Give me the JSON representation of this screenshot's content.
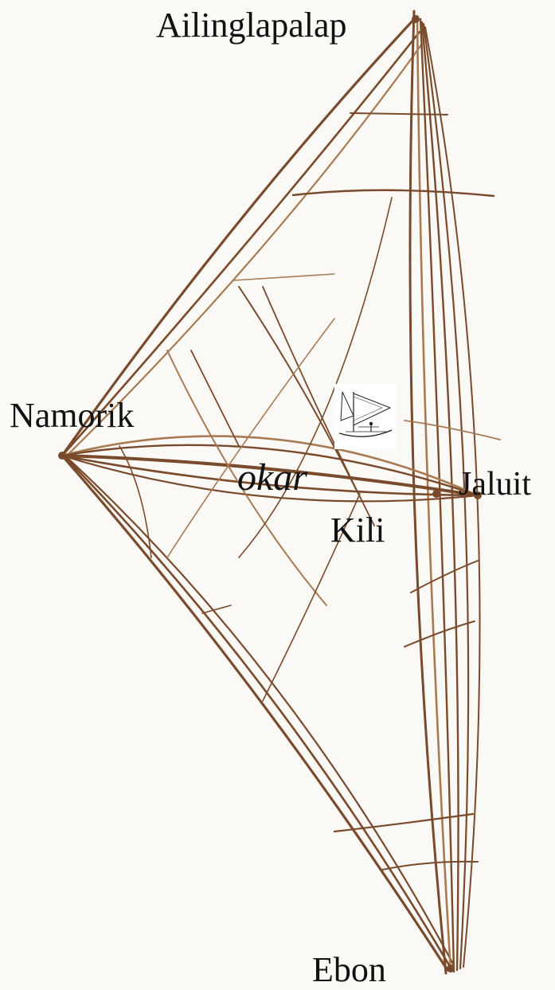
{
  "labels": {
    "ailinglapalap": "Ailinglapalap",
    "namorik": "Namorik",
    "jaluit": "Jaluit",
    "kili": "Kili",
    "ebon": "Ebon",
    "okar": "okar"
  },
  "icon": "sailing-canoe-icon",
  "colors": {
    "background": "#fbf9f6",
    "stick": "#7a4a2c",
    "stick_light": "#a87a52",
    "text": "#111111"
  }
}
